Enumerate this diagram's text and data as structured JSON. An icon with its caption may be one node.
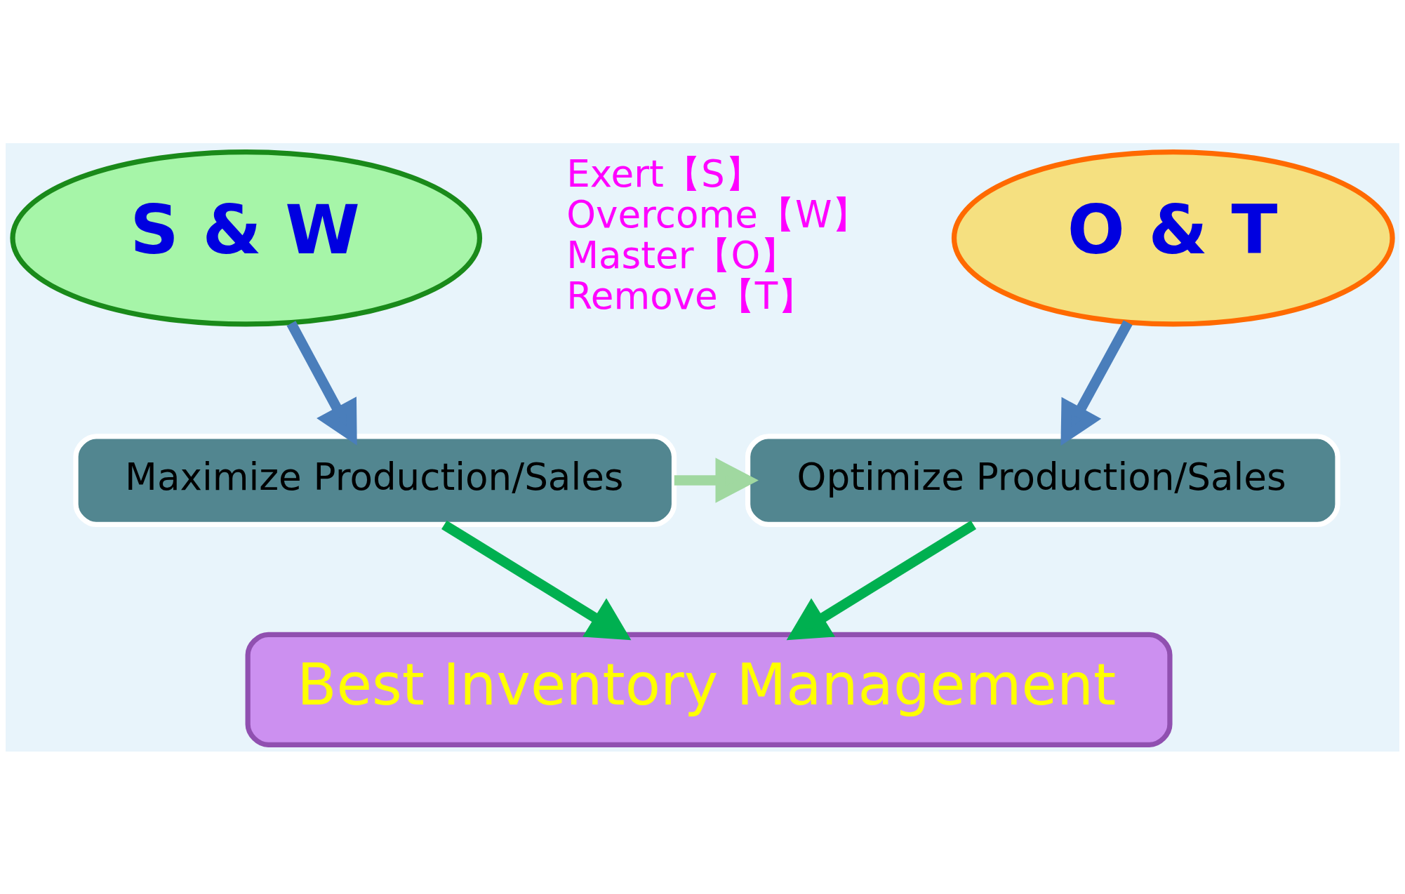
{
  "diagram": {
    "nodes": [
      {
        "text": [
          "S & W"
        ]
      },
      {
        "text": [
          "O & T"
        ]
      },
      {
        "text": [
          "Maximize Production/Sales"
        ]
      },
      {
        "text": [
          "Optimize Production/Sales"
        ]
      },
      {
        "text": [
          "Best Inventory Management"
        ]
      }
    ],
    "edges": [
      {
        "from": 0,
        "to": 2,
        "arrow": "to",
        "color": "#4a7ebb"
      },
      {
        "from": 1,
        "to": 3,
        "arrow": "to",
        "color": "#4a7ebb"
      },
      {
        "from": 2,
        "to": 3,
        "arrow": "to",
        "color": "#a0d8a0"
      },
      {
        "from": 2,
        "to": 4,
        "arrow": "to",
        "color": "#00b050"
      },
      {
        "from": 3,
        "to": 4,
        "arrow": "to",
        "color": "#00b050"
      }
    ],
    "labels": [
      "Exert【S】",
      "Overcome【W】",
      "Master【O】",
      "Remove【T】"
    ]
  }
}
